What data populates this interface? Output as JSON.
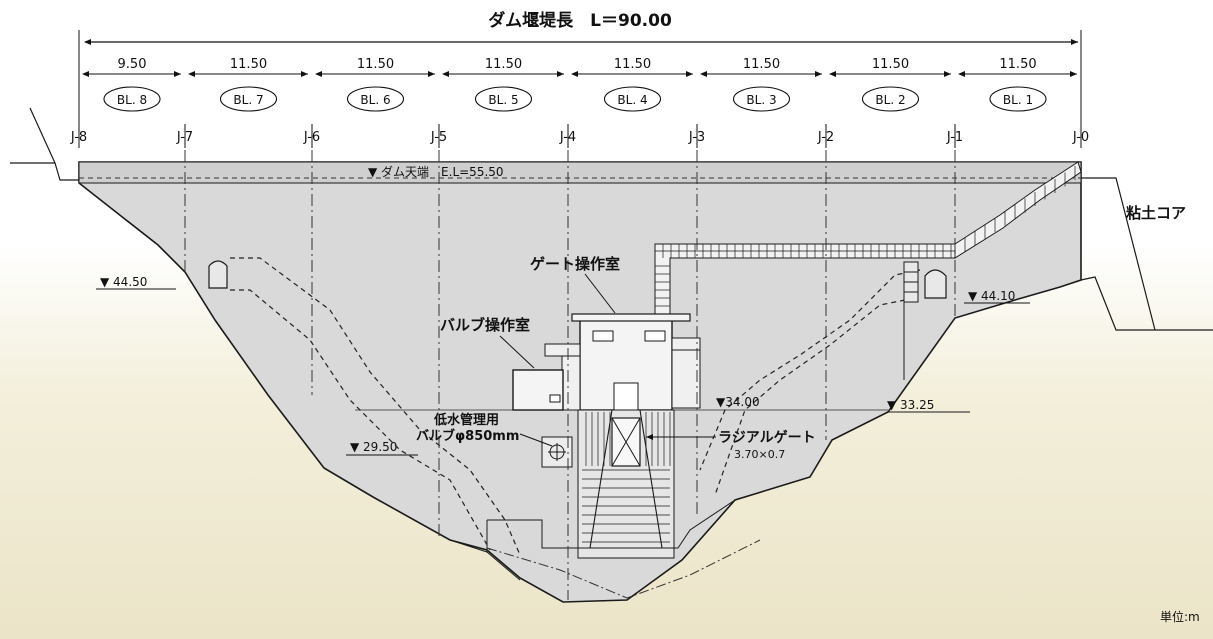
{
  "title": "ダム堰堤長　L＝90.00",
  "segments": [
    "9.50",
    "11.50",
    "11.50",
    "11.50",
    "11.50",
    "11.50",
    "11.50",
    "11.50"
  ],
  "blocks": [
    "BL. 8",
    "BL. 7",
    "BL. 6",
    "BL. 5",
    "BL. 4",
    "BL. 3",
    "BL. 2",
    "BL. 1"
  ],
  "joints": [
    "J-8",
    "J-7",
    "J-6",
    "J-5",
    "J-4",
    "J-3",
    "J-2",
    "J-1",
    "J-0"
  ],
  "crest_label": "▼ ダム天端　E.L=55.50",
  "elevations": {
    "left_44_50": "▼ 44.50",
    "right_44_10": "▼ 44.10",
    "el_34_00": "▼34.00",
    "el_33_25": "▼ 33.25",
    "el_29_50": "▼ 29.50"
  },
  "labels": {
    "gate_room": "ゲート操作室",
    "valve_room": "バルブ操作室",
    "low_water_line1": "低水管理用",
    "low_water_line2": "バルブφ850mm",
    "radial_gate": "ラジアルゲート",
    "radial_gate_size": "3.70×0.7",
    "clay_core": "粘土コア",
    "unit": "単位:m"
  },
  "colors": {
    "concrete": "#d9d9d9",
    "line": "#1a1a1a",
    "ground": "#ebe4c8"
  }
}
